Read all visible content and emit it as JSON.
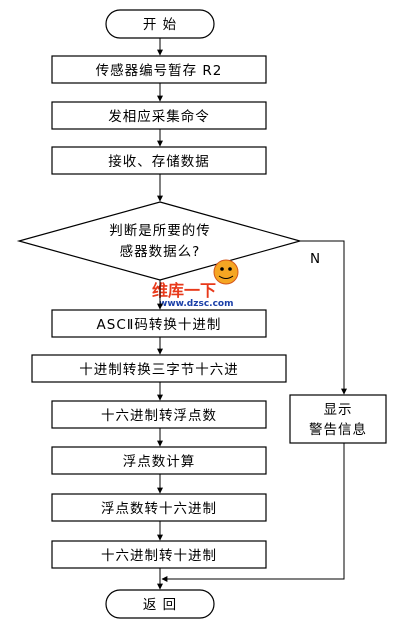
{
  "flowchart": {
    "start_label": "开 始",
    "steps": [
      "传感器编号暂存 R2",
      "发相应采集命令",
      "接收、存储数据"
    ],
    "decision": {
      "line1": "判断是所要的传",
      "line2": "感器数据么?",
      "no_label": "N"
    },
    "yes_steps": [
      "ASCⅡ码转换十进制",
      "十进制转换三字节十六进",
      "十六进制转浮点数",
      "浮点数计算",
      "浮点数转十六进制",
      "十六进制转十进制"
    ],
    "alarm": {
      "line1": "显示",
      "line2": "警告信息"
    },
    "end_label": "返 回"
  },
  "watermark": {
    "logo_text": "维库一下",
    "url": "www.dzsc.com",
    "accent_color": "#e8391a",
    "url_color": "#1a3fa8"
  }
}
